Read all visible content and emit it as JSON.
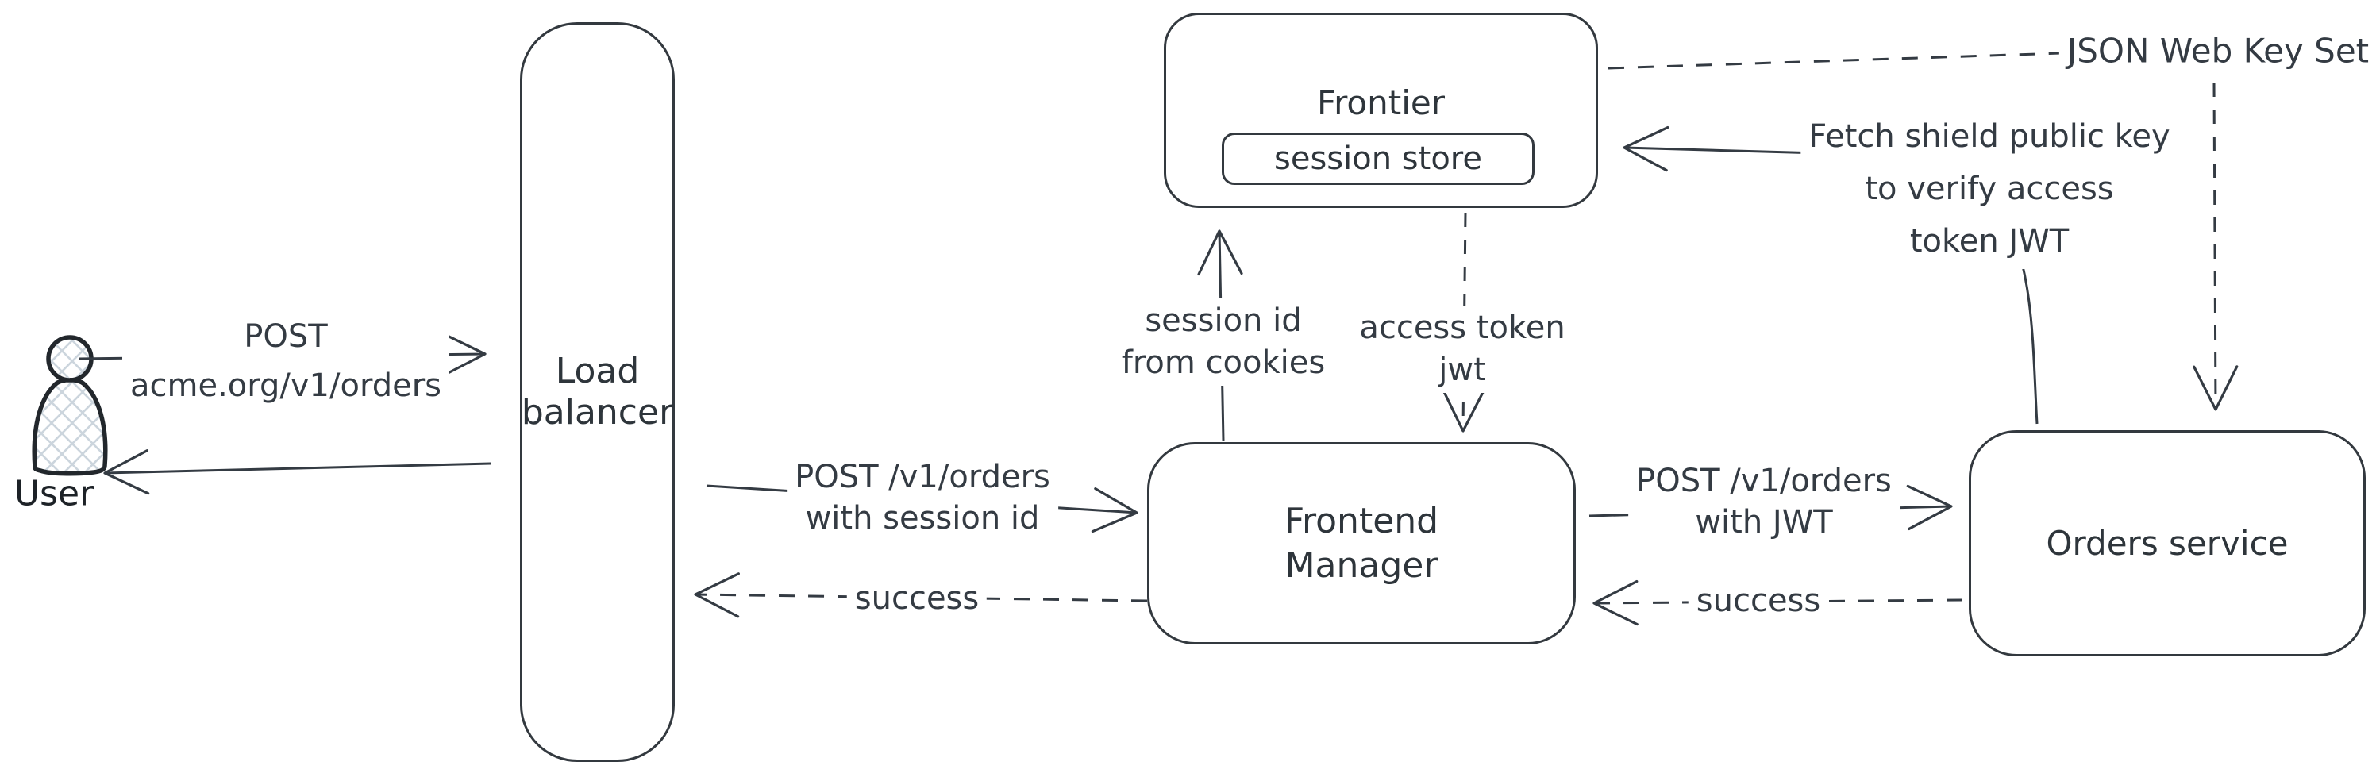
{
  "diagram": {
    "title_hint": "auth flow diagram",
    "colors": {
      "ink": "#343b43",
      "icon_ink": "#22272c",
      "hatch_fill": "#ccd5dd",
      "background": "#ffffff"
    },
    "nodes": {
      "user": {
        "label": "User"
      },
      "load_balancer": {
        "line1": "Load",
        "line2": "balancer"
      },
      "frontier": {
        "label": "Frontier",
        "session_store_label": "session store"
      },
      "frontend_manager": {
        "line1": "Frontend",
        "line2": "Manager"
      },
      "orders_service": {
        "label": "Orders service"
      }
    },
    "edges": {
      "user_to_lb": {
        "line1": "POST",
        "line2": "acme.org/v1/orders",
        "style": "solid"
      },
      "lb_to_user": {
        "style": "solid"
      },
      "lb_to_fm": {
        "line1": "POST /v1/orders",
        "line2": "with session id",
        "style": "solid"
      },
      "fm_to_lb": {
        "label": "success",
        "style": "dashed"
      },
      "fm_to_frontier": {
        "line1": "session id",
        "line2": "from cookies",
        "style": "solid"
      },
      "frontier_to_fm": {
        "line1": "access token",
        "line2": "jwt",
        "style": "dashed"
      },
      "fm_to_orders": {
        "line1": "POST /v1/orders",
        "line2": "with JWT",
        "style": "solid"
      },
      "orders_to_fm": {
        "label": "success",
        "style": "dashed"
      },
      "frontier_to_orders": {
        "label": "JSON Web Key Set",
        "style": "dashed"
      },
      "orders_to_frontier": {
        "line1": "Fetch shield public key",
        "line2": "to verify access",
        "line3": "token JWT",
        "style": "solid"
      }
    }
  }
}
